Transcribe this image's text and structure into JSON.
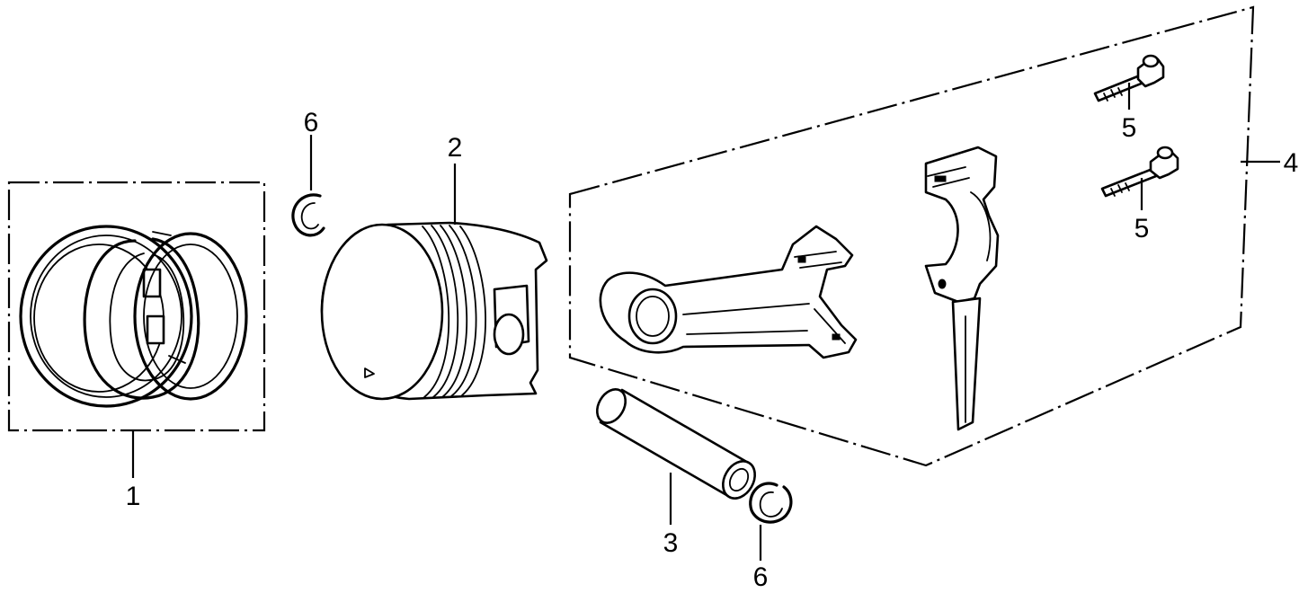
{
  "callouts": {
    "piston_ring_set": "1",
    "piston": "2",
    "piston_pin": "3",
    "connecting_rod_assy": "4",
    "rod_bolt_upper": "5",
    "rod_bolt_lower": "5",
    "piston_pin_clip_upper": "6",
    "piston_pin_clip_lower": "6"
  }
}
